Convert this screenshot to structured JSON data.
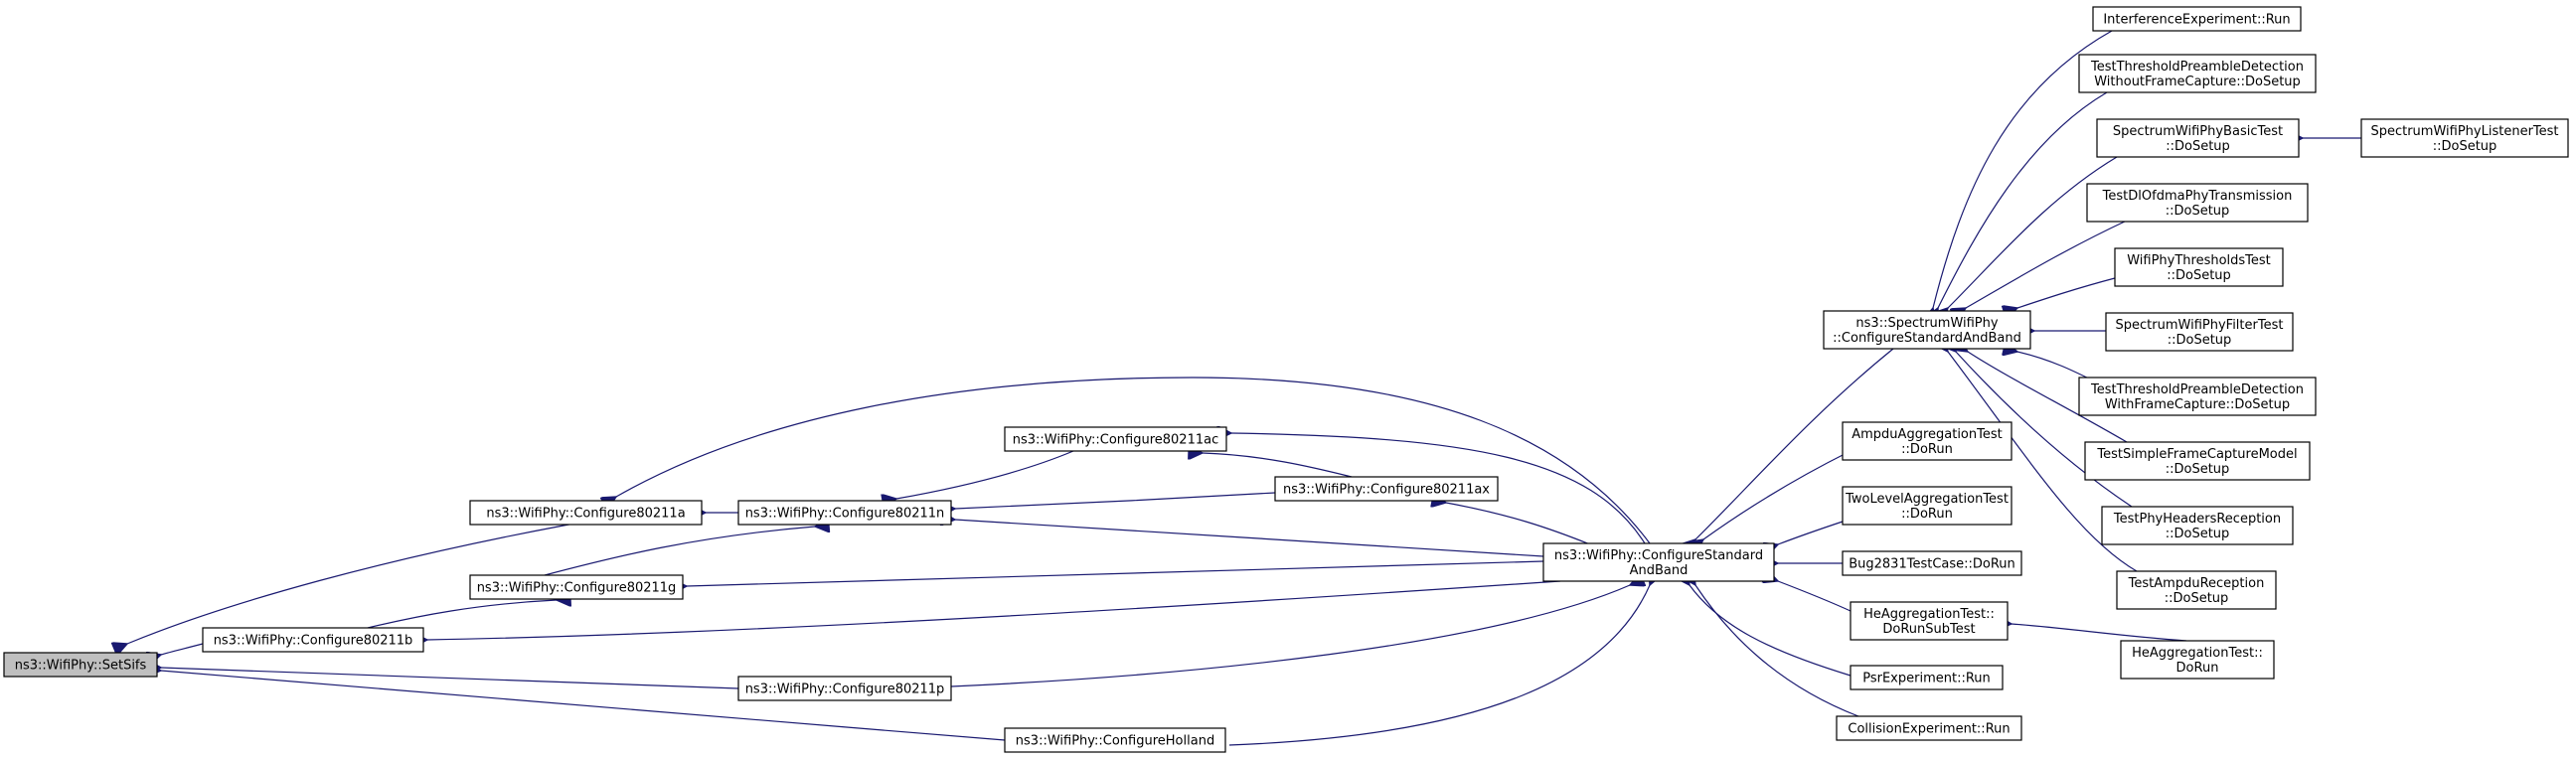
{
  "graph": {
    "edge_color": "#191970",
    "root_fill": "#bfbfbf",
    "nodes": [
      {
        "id": "setsifs",
        "lines": [
          "ns3::WifiPhy::SetSifs"
        ]
      },
      {
        "id": "c11a",
        "lines": [
          "ns3::WifiPhy::Configure80211a"
        ]
      },
      {
        "id": "c11n",
        "lines": [
          "ns3::WifiPhy::Configure80211n"
        ]
      },
      {
        "id": "c11ac",
        "lines": [
          "ns3::WifiPhy::Configure80211ac"
        ]
      },
      {
        "id": "c11ax",
        "lines": [
          "ns3::WifiPhy::Configure80211ax"
        ]
      },
      {
        "id": "c11g",
        "lines": [
          "ns3::WifiPhy::Configure80211g"
        ]
      },
      {
        "id": "c11b",
        "lines": [
          "ns3::WifiPhy::Configure80211b"
        ]
      },
      {
        "id": "c11p",
        "lines": [
          "ns3::WifiPhy::Configure80211p"
        ]
      },
      {
        "id": "chol",
        "lines": [
          "ns3::WifiPhy::ConfigureHolland"
        ]
      },
      {
        "id": "csab",
        "lines": [
          "ns3::WifiPhy::ConfigureStandard",
          "AndBand"
        ]
      },
      {
        "id": "scsab",
        "lines": [
          "ns3::SpectrumWifiPhy",
          "::ConfigureStandardAndBand"
        ]
      },
      {
        "id": "ampdu",
        "lines": [
          "AmpduAggregationTest",
          "::DoRun"
        ]
      },
      {
        "id": "twolvl",
        "lines": [
          "TwoLevelAggregationTest",
          "::DoRun"
        ]
      },
      {
        "id": "bug",
        "lines": [
          "Bug2831TestCase::DoRun"
        ]
      },
      {
        "id": "heagg",
        "lines": [
          "HeAggregationTest::",
          "DoRunSubTest"
        ]
      },
      {
        "id": "heagg2",
        "lines": [
          "HeAggregationTest::",
          "DoRun"
        ]
      },
      {
        "id": "psr",
        "lines": [
          "PsrExperiment::Run"
        ]
      },
      {
        "id": "coll",
        "lines": [
          "CollisionExperiment::Run"
        ]
      },
      {
        "id": "interf",
        "lines": [
          "InterferenceExperiment::Run"
        ]
      },
      {
        "id": "ttpd1",
        "lines": [
          "TestThresholdPreambleDetection",
          "WithoutFrameCapture::DoSetup"
        ]
      },
      {
        "id": "swpbt",
        "lines": [
          "SpectrumWifiPhyBasicTest",
          "::DoSetup"
        ]
      },
      {
        "id": "swplt",
        "lines": [
          "SpectrumWifiPhyListenerTest",
          "::DoSetup"
        ]
      },
      {
        "id": "tdlofdma",
        "lines": [
          "TestDlOfdmaPhyTransmission",
          "::DoSetup"
        ]
      },
      {
        "id": "wpthr",
        "lines": [
          "WifiPhyThresholdsTest",
          "::DoSetup"
        ]
      },
      {
        "id": "swpft",
        "lines": [
          "SpectrumWifiPhyFilterTest",
          "::DoSetup"
        ]
      },
      {
        "id": "ttpd2",
        "lines": [
          "TestThresholdPreambleDetection",
          "WithFrameCapture::DoSetup"
        ]
      },
      {
        "id": "tsfcm",
        "lines": [
          "TestSimpleFrameCaptureModel",
          "::DoSetup"
        ]
      },
      {
        "id": "tphr",
        "lines": [
          "TestPhyHeadersReception",
          "::DoSetup"
        ]
      },
      {
        "id": "tampdu",
        "lines": [
          "TestAmpduReception",
          "::DoSetup"
        ]
      }
    ]
  }
}
